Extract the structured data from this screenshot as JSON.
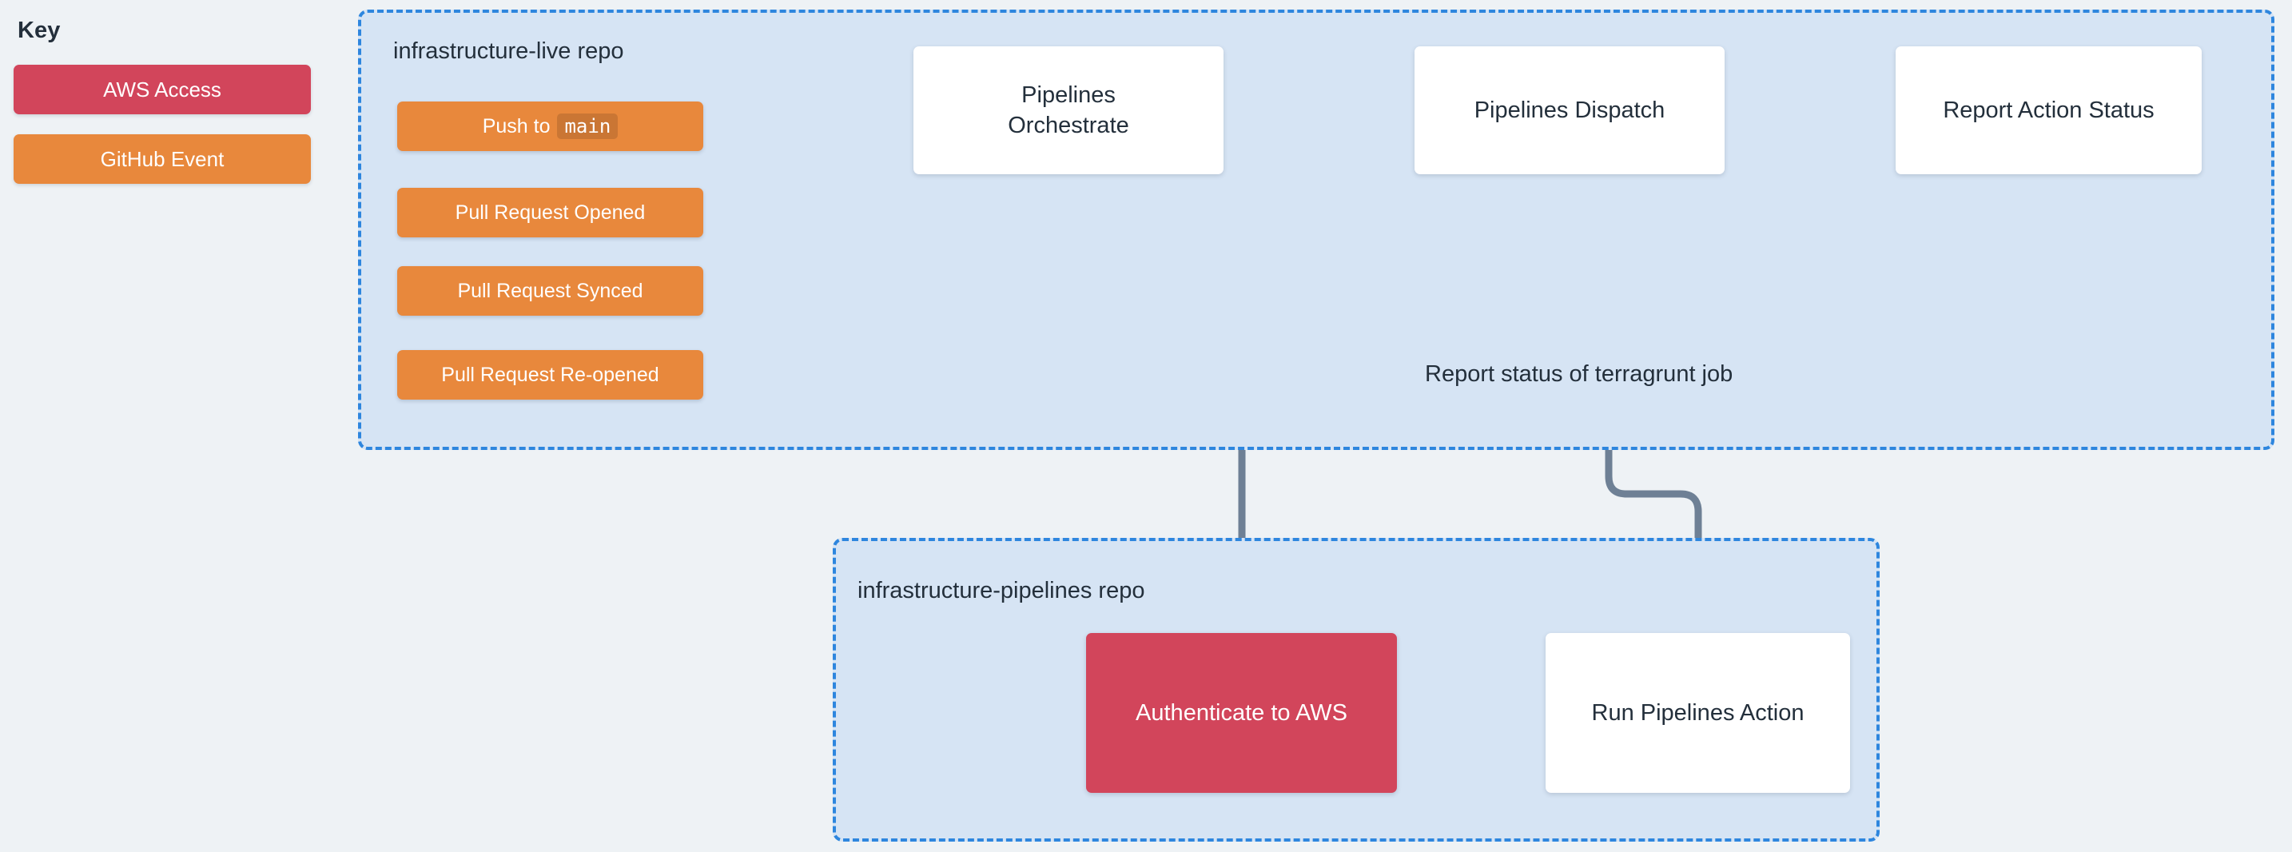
{
  "key": {
    "title": "Key",
    "items": [
      {
        "label": "AWS Access",
        "color": "#d2455b",
        "name": "aws-access"
      },
      {
        "label": "GitHub Event",
        "color": "#e8883c",
        "name": "github-event"
      }
    ]
  },
  "panels": {
    "live": {
      "label": "infrastructure-live repo",
      "fill": "#d6e4f4",
      "border": "#2e86de"
    },
    "pipes": {
      "label": "infrastructure-pipelines repo",
      "fill": "#d6e4f4",
      "border": "#2e86de"
    }
  },
  "nodes": {
    "push": {
      "label": "Push to",
      "code": "main",
      "type": "github-event"
    },
    "pr_opened": {
      "label": "Pull Request Opened",
      "type": "github-event"
    },
    "pr_synced": {
      "label": "Pull Request Synced",
      "type": "github-event"
    },
    "pr_reopened": {
      "label": "Pull Request Re-opened",
      "type": "github-event"
    },
    "orchestrate": {
      "label": "Pipelines Orchestrate",
      "type": "process"
    },
    "dispatch": {
      "label": "Pipelines Dispatch",
      "type": "process"
    },
    "report": {
      "label": "Report Action Status",
      "type": "process"
    },
    "authenticate": {
      "label": "Authenticate to AWS",
      "type": "aws-access"
    },
    "run": {
      "label": "Run Pipelines Action",
      "type": "process"
    }
  },
  "edges": {
    "terragrunt_status": "Report status of terragrunt job"
  },
  "colors": {
    "page_background": "#eef2f5",
    "panel_fill": "#d6e4f4",
    "panel_border": "#2e86de",
    "github_event": "#e8883c",
    "aws_access": "#d2455b",
    "process_fill": "#ffffff",
    "text": "#232f3b",
    "connector": "#6e8095"
  }
}
